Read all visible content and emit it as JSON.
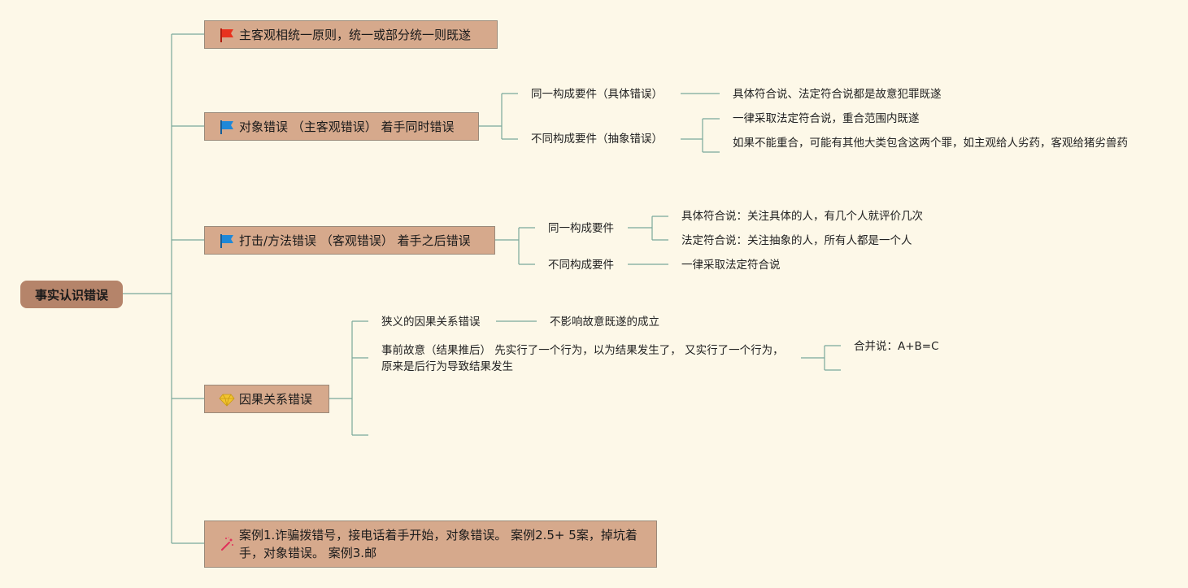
{
  "root": {
    "label": "事实认识错误"
  },
  "branches": [
    {
      "label": "主客观相统一原则，统一或部分统一则既遂",
      "icon": "red-flag-icon",
      "color": "#e8321e"
    },
    {
      "label": "对象错误 （主客观错误） 着手同时错误",
      "icon": "blue-flag-icon",
      "color": "#1e88d8",
      "children": [
        {
          "label": "同一构成要件（具体错误）",
          "children": [
            {
              "label": "具体符合说、法定符合说都是故意犯罪既遂"
            }
          ]
        },
        {
          "label": "不同构成要件（抽象错误）",
          "children": [
            {
              "label": "一律采取法定符合说，重合范围内既遂"
            },
            {
              "label": "如果不能重合，可能有其他大类包含这两个罪，如主观给人劣药，客观给猪劣兽药"
            }
          ]
        }
      ]
    },
    {
      "label": "打击/方法错误 （客观错误） 着手之后错误",
      "icon": "blue-flag-icon",
      "color": "#1e88d8",
      "children": [
        {
          "label": "同一构成要件",
          "children": [
            {
              "label": "具体符合说：关注具体的人，有几个人就评价几次"
            },
            {
              "label": "法定符合说：关注抽象的人，所有人都是一个人"
            }
          ]
        },
        {
          "label": "不同构成要件",
          "children": [
            {
              "label": "一律采取法定符合说"
            }
          ]
        }
      ]
    },
    {
      "label": "因果关系错误",
      "icon": "diamond-icon",
      "color": "#f2c430",
      "children": [
        {
          "label": "狭义的因果关系错误",
          "children": [
            {
              "label": "不影响故意既遂的成立"
            }
          ]
        },
        {
          "label": "事前故意（结果推后） 先实行了一个行为，以为结果发生了， 又实行了一个行为，原来是后行为导致结果发生",
          "children": [
            {
              "label": "合并说：A+B=C"
            }
          ]
        }
      ]
    },
    {
      "label": "案例1.诈骗拨错号，接电话着手开始，对象错误。 案例2.5+ 5案，掉坑着手，对象错误。 案例3.邮",
      "icon": "magic-wand-icon",
      "color": "#e0305a"
    }
  ],
  "colors": {
    "background": "#fdf8e8",
    "line": "#7aa89a",
    "root_fill": "#b5846a",
    "branch_fill": "#d6a98c"
  }
}
